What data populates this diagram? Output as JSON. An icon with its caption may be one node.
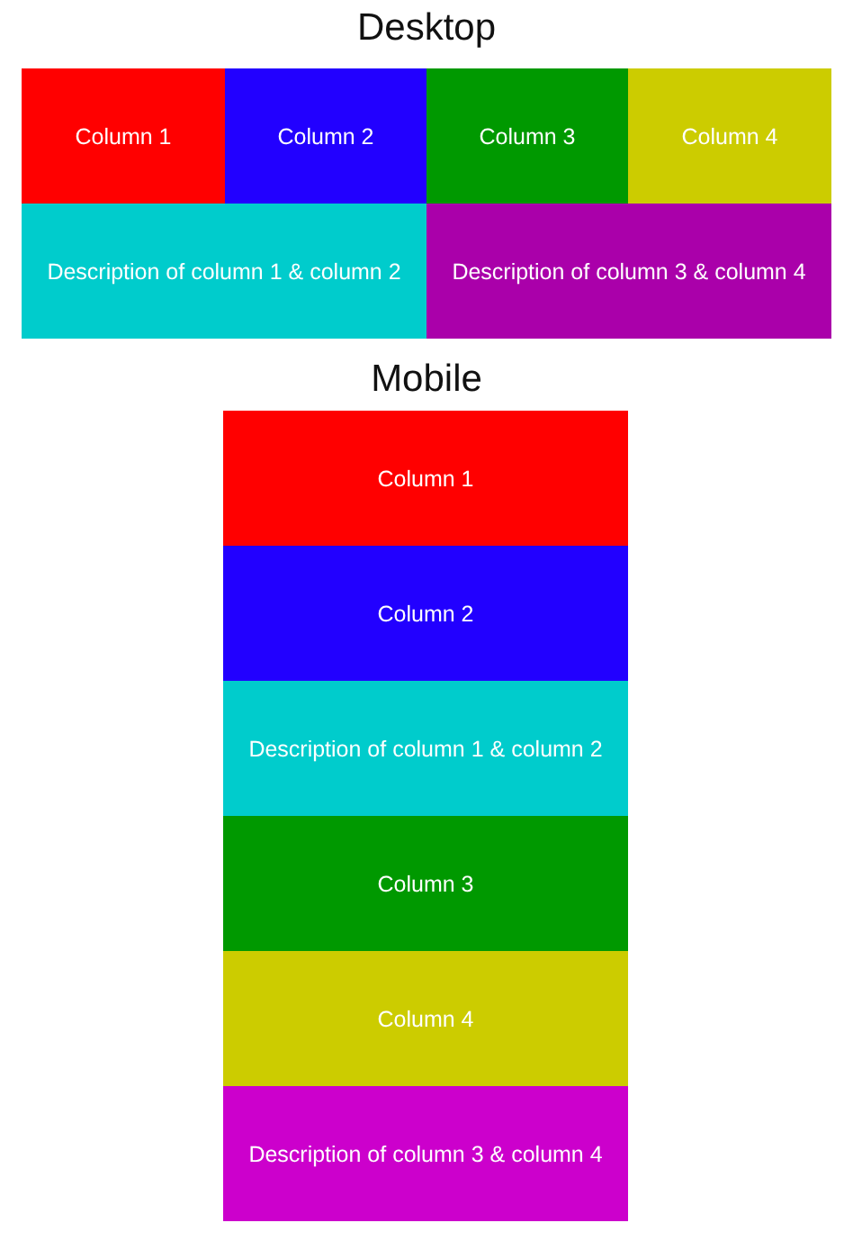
{
  "diagram": {
    "nodes": [
      {
        "text": [
          "Column 1"
        ]
      },
      {
        "text": [
          "Column 2"
        ]
      },
      {
        "text": [
          "Column 3"
        ]
      },
      {
        "text": [
          "Column 4"
        ]
      },
      {
        "text": [
          "Description of column 1 & column 2"
        ]
      },
      {
        "text": [
          "Description of column 3 & column 4"
        ]
      },
      {
        "text": [
          "Column 1"
        ]
      },
      {
        "text": [
          "Column 2"
        ]
      },
      {
        "text": [
          "Description of column 1 & column 2"
        ]
      },
      {
        "text": [
          "Column 3"
        ]
      },
      {
        "text": [
          "Column 4"
        ]
      },
      {
        "text": [
          "Description of column 3 & column 4"
        ]
      }
    ],
    "labels": [
      "Desktop",
      "Mobile"
    ]
  }
}
